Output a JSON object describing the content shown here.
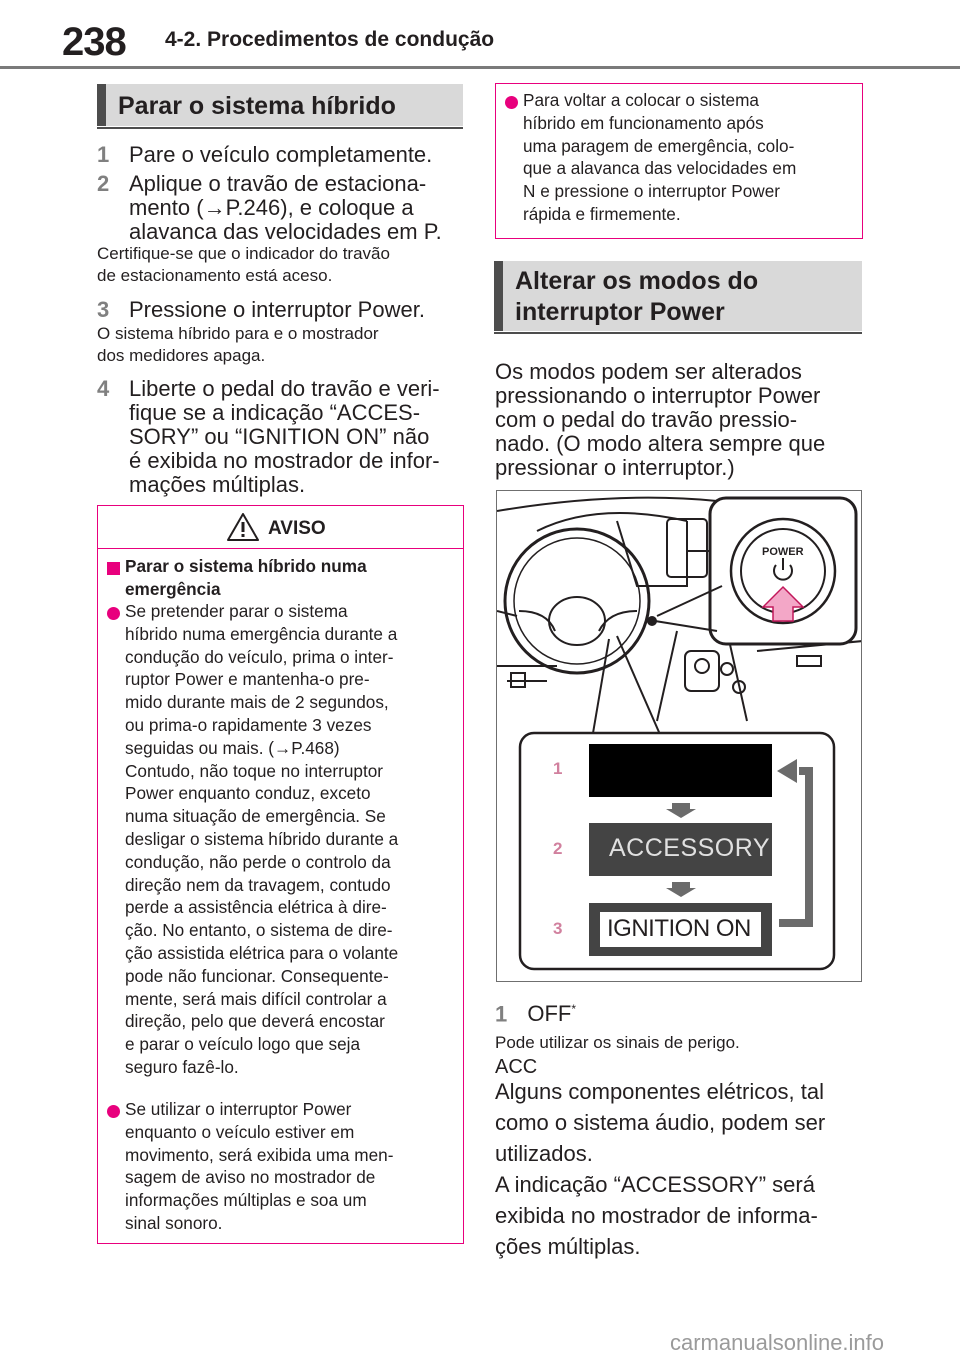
{
  "header": {
    "page_number": "238",
    "section_title": "4-2. Procedimentos de condução"
  },
  "left": {
    "heading": "Parar o sistema híbrido",
    "steps": [
      {
        "num": "1",
        "text": "Pare o veículo completamente."
      },
      {
        "num": "2",
        "text_lines": [
          "Aplique o travão de estaciona-",
          "mento (→P.246), e coloque a",
          "alavanca das velocidades em P."
        ],
        "note_lines": [
          "Certifique-se que o indicador do travão",
          "de estacionamento está aceso."
        ]
      },
      {
        "num": "3",
        "text": "Pressione o interruptor Power.",
        "note_lines": [
          "O sistema híbrido para e o mostrador",
          "dos medidores apaga."
        ]
      },
      {
        "num": "4",
        "text_lines": [
          "Liberte o pedal do travão e veri-",
          "fique se a indicação “ACCES-",
          "SORY” ou “IGNITION ON” não",
          "é exibida no mostrador de infor-",
          "mações múltiplas."
        ]
      }
    ]
  },
  "warning": {
    "title": "AVISO",
    "subheading_lines": [
      "Parar o sistema híbrido numa",
      "emergência"
    ],
    "bullet1_lines": [
      "Se pretender parar o sistema",
      "híbrido numa emergência durante a",
      "condução do veículo, prima o inter-",
      "ruptor Power e mantenha-o pre-",
      "mido durante mais de 2 segundos,",
      "ou prima-o rapidamente 3 vezes",
      "seguidas ou mais. (→P.468)",
      "Contudo, não toque no interruptor",
      "Power enquanto conduz, exceto",
      "numa situação de emergência. Se",
      "desligar o sistema híbrido durante a",
      "condução, não perde o controlo da",
      "direção nem da travagem, contudo",
      "perde a assistência elétrica à dire-",
      "ção. No entanto, o sistema de dire-",
      "ção assistida elétrica para o volante",
      "pode não funcionar. Consequente-",
      "mente, será mais difícil controlar a",
      "direção, pelo que deverá encostar",
      "e parar o veículo logo que seja",
      "seguro fazê-lo."
    ],
    "bullet2_lines": [
      "Se utilizar o interruptor Power",
      "enquanto o veículo estiver em",
      "movimento, será exibida uma men-",
      "sagem de aviso no mostrador de",
      "informações múltiplas e soa um",
      "sinal sonoro."
    ]
  },
  "right": {
    "note_lines": [
      "Para voltar a colocar o sistema",
      "híbrido em funcionamento após",
      "uma paragem de emergência, colo-",
      "que a alavanca das velocidades em",
      "N e pressione o interruptor Power",
      "rápida e firmemente."
    ],
    "heading_lines": [
      "Alterar os modos do",
      "interruptor Power"
    ],
    "intro_lines": [
      "Os modos podem ser alterados",
      "pressionando o interruptor Power",
      "com o pedal do travão pressio-",
      "nado. (O modo altera sempre que",
      "pressionar o interruptor.)"
    ],
    "illustration": {
      "power_label": "POWER",
      "mode_numbers": [
        "1",
        "2",
        "3"
      ],
      "accessory_label": "ACCESSORY",
      "ignition_label": "IGNITION ON"
    },
    "legend": {
      "num": "1",
      "item": "OFF",
      "sup": "*",
      "item_note": "Pode utilizar os sinais de perigo.",
      "acc": "ACC",
      "acc_lines": [
        "Alguns componentes elétricos, tal",
        "como o sistema áudio, podem ser",
        "utilizados.",
        "A indicação “ACCESSORY” será",
        "exibida no mostrador de informa-",
        "ções múltiplas."
      ]
    }
  },
  "footer": {
    "watermark": "carmanualsonline.info"
  }
}
